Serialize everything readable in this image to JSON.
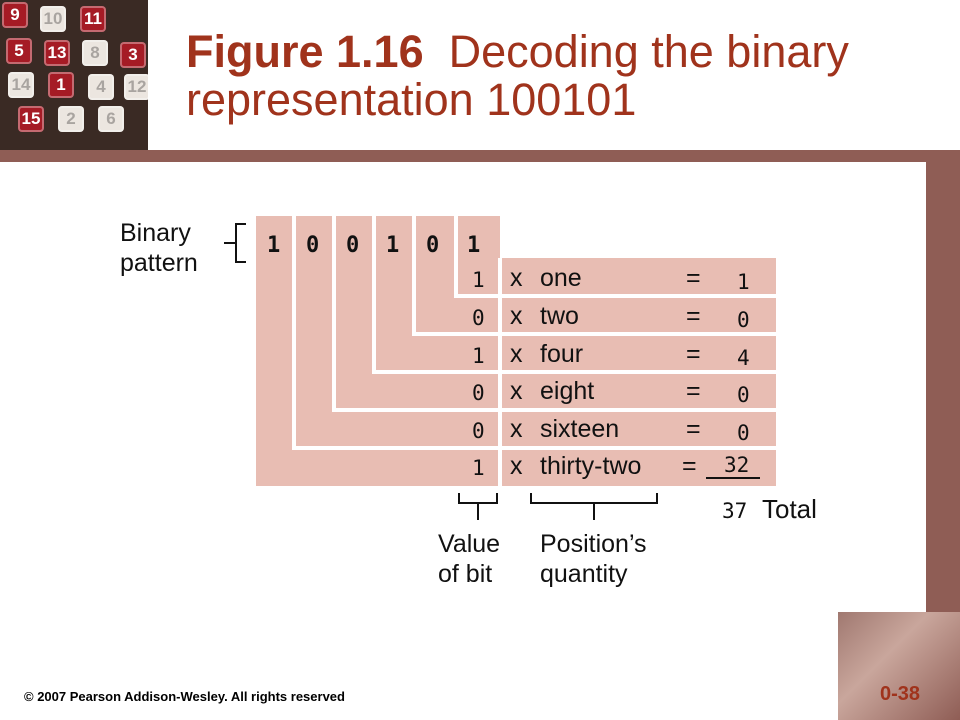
{
  "title": {
    "figure": "Figure 1.16",
    "text": "Decoding the binary",
    "line2": "representation 100101"
  },
  "puzzle_tiles": [
    {
      "label": "9",
      "color": "red"
    },
    {
      "label": "10",
      "color": "white"
    },
    {
      "label": "11",
      "color": "red"
    },
    {
      "label": "5",
      "color": "red"
    },
    {
      "label": "13",
      "color": "red"
    },
    {
      "label": "8",
      "color": "white"
    },
    {
      "label": "3",
      "color": "red"
    },
    {
      "label": "14",
      "color": "white"
    },
    {
      "label": "1",
      "color": "red"
    },
    {
      "label": "4",
      "color": "white"
    },
    {
      "label": "12",
      "color": "white"
    },
    {
      "label": "15",
      "color": "red"
    },
    {
      "label": "2",
      "color": "white"
    },
    {
      "label": "6",
      "color": "white"
    }
  ],
  "diagram": {
    "binary_pattern_label": [
      "Binary",
      "pattern"
    ],
    "bits": [
      "1",
      "0",
      "0",
      "1",
      "0",
      "1"
    ],
    "rows": [
      {
        "bit": "1",
        "word": "one",
        "eq": "=",
        "result": "1"
      },
      {
        "bit": "0",
        "word": "two",
        "eq": "=",
        "result": "0"
      },
      {
        "bit": "1",
        "word": "four",
        "eq": "=",
        "result": "4"
      },
      {
        "bit": "0",
        "word": "eight",
        "eq": "=",
        "result": "0"
      },
      {
        "bit": "0",
        "word": "sixteen",
        "eq": "=",
        "result": "0"
      },
      {
        "bit": "1",
        "word": "thirty-two",
        "eq": "=",
        "result": "32"
      }
    ],
    "times": "x",
    "total_value": "37",
    "total_label": "Total",
    "value_of_bit_label": [
      "Value",
      "of bit"
    ],
    "position_quantity_label": [
      "Position’s",
      "quantity"
    ],
    "fill_color": "#e8bdb3"
  },
  "footer": {
    "copyright": "© 2007 Pearson Addison-Wesley. All rights reserved",
    "slide_number": "0-38"
  },
  "colors": {
    "title": "#a0331c",
    "frame": "#8f5d55"
  }
}
